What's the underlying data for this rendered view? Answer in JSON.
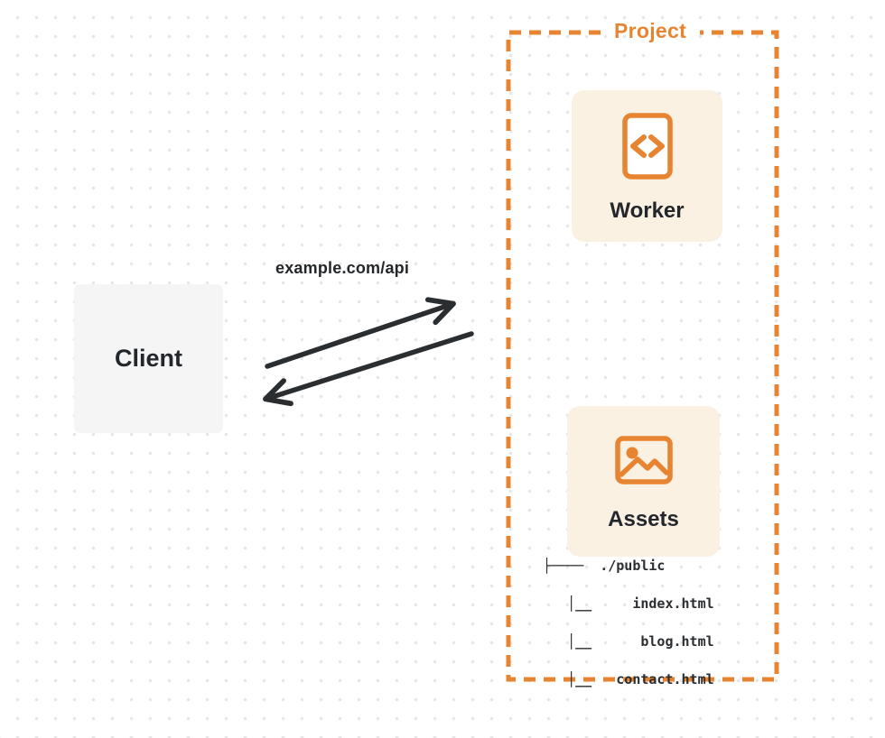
{
  "colors": {
    "accent_orange": "#e78431",
    "node_fill_cream": "#fbf1e2",
    "client_fill_gray": "#f5f5f6",
    "ink": "#2b2e31",
    "dot_grid": "#e7e7e7"
  },
  "client": {
    "label": "Client"
  },
  "request": {
    "label": "example.com/api"
  },
  "project": {
    "title": "Project",
    "nodes": [
      {
        "id": "worker",
        "label": "Worker",
        "icon": "code-document-icon"
      },
      {
        "id": "assets",
        "label": "Assets",
        "icon": "image-icon"
      }
    ],
    "file_tree": {
      "lines": [
        "├────  ./public",
        "   │__     index.html",
        "   │__      blog.html",
        "   │__   contact.html"
      ]
    }
  }
}
